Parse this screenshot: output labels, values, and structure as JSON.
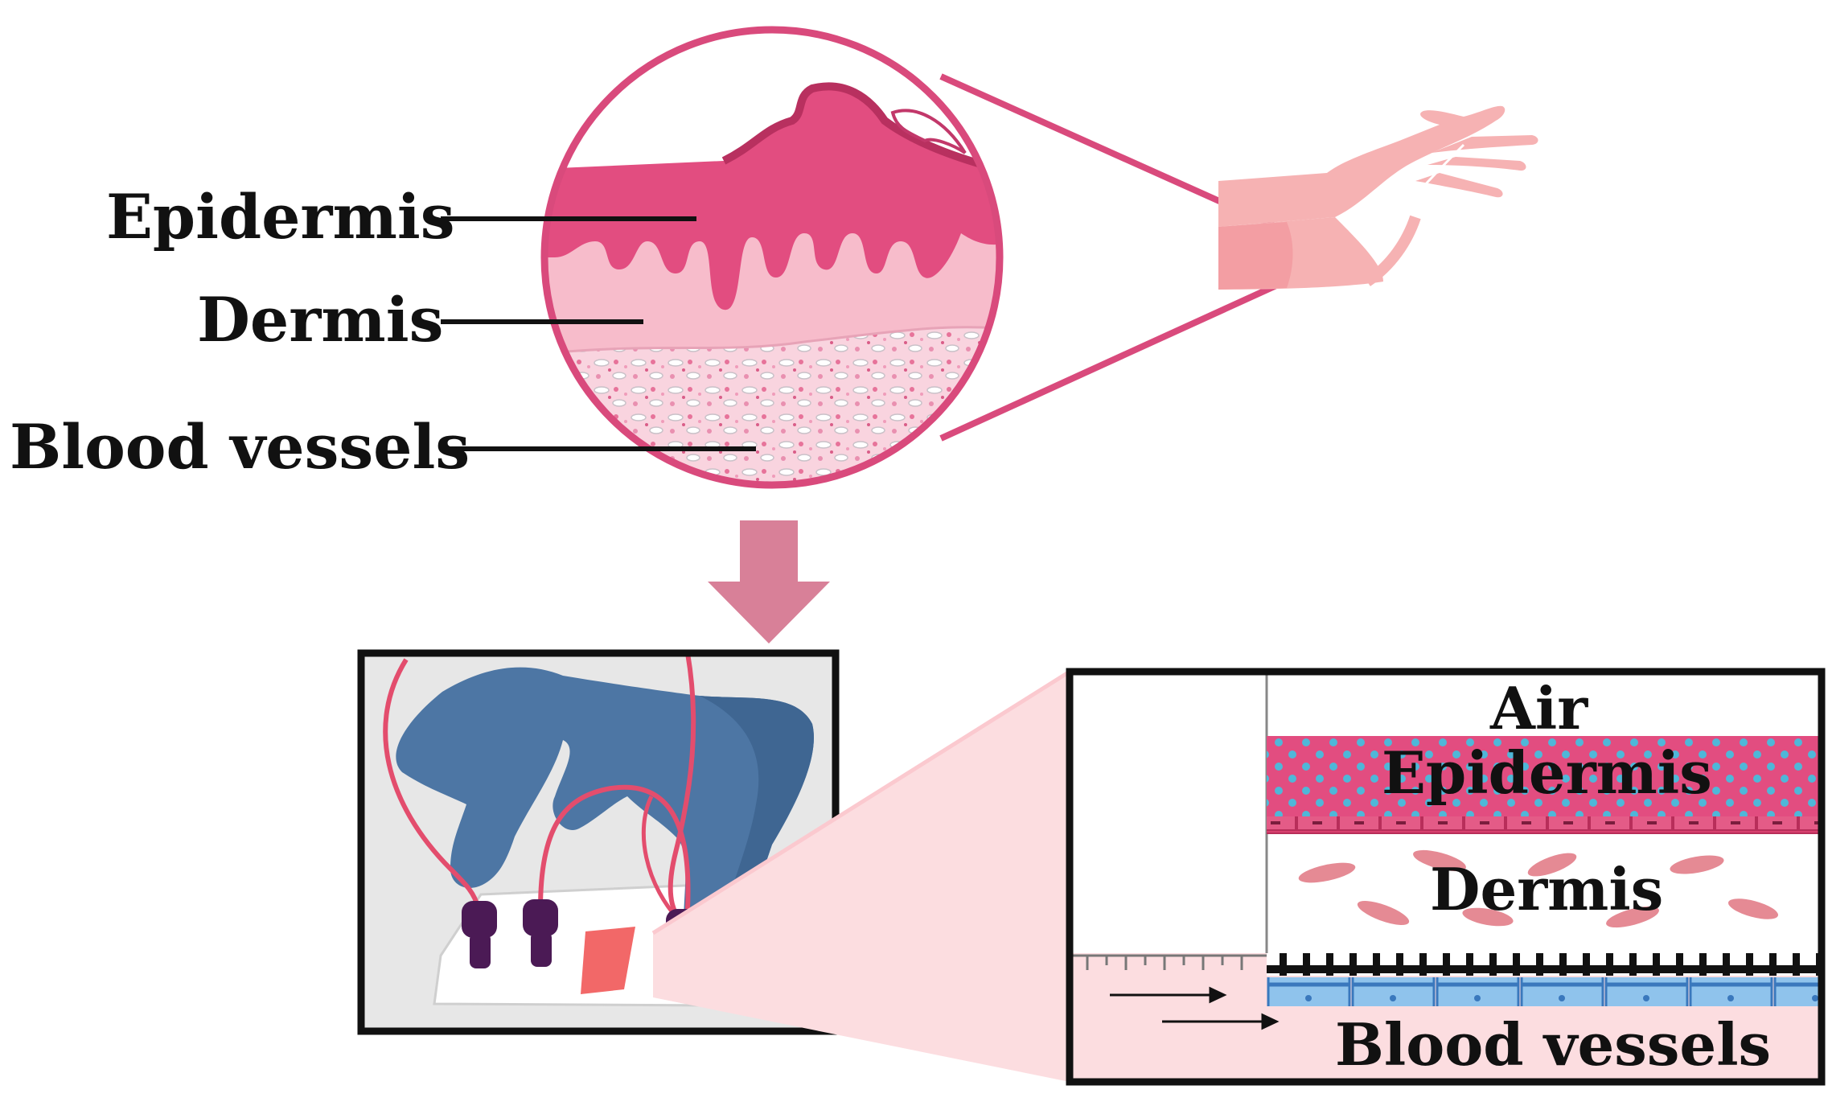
{
  "labels": {
    "epidermis": "Epidermis",
    "dermis": "Dermis",
    "blood_vessels": "Blood vessels"
  },
  "chip_labels": {
    "air": "Air",
    "epidermis": "Epidermis",
    "dermis": "Dermis",
    "blood_vessels": "Blood vessels"
  },
  "colors": {
    "frame_pink": "#d94a7c",
    "epidermis_pink": "#e24d80",
    "dermis_pink": "#f7bccb",
    "arm_pink": "#f6b2b3",
    "arrow_pink": "#d88098",
    "glove_blue": "#4d76a4",
    "connector_purple": "#4b1a55",
    "blood_vessel_blue": "#8fc3ec",
    "channel_pink": "#fcdde0"
  },
  "icons": [
    "skin-cross-section-illustration",
    "arm-hand-illustration",
    "down-arrow-icon",
    "gloved-hand-chip-illustration",
    "flow-arrow-icon"
  ]
}
